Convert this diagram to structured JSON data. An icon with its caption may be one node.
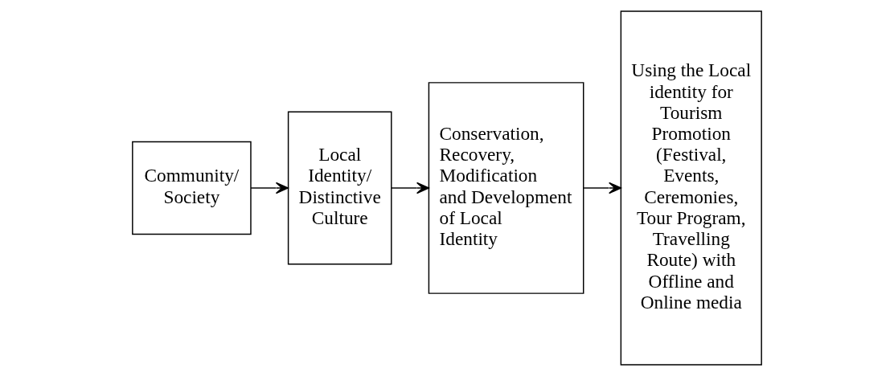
{
  "diagram": {
    "nodes": [
      {
        "text": [
          "Community/ Society"
        ]
      },
      {
        "text": [
          "Local Identity/ Distinctive Culture"
        ]
      },
      {
        "text": [
          "Conservation, Recovery, Modification and Development of Local Identity"
        ]
      },
      {
        "text": [
          "Using the Local identity for Tourism Promotion (Festival, Events, Ceremonies, Tour Program, Travelling Route) with Offline and Online media"
        ]
      }
    ],
    "edges": [
      {
        "from": 0,
        "to": 1,
        "arrow": "to"
      },
      {
        "from": 1,
        "to": 2,
        "arrow": "to"
      },
      {
        "from": 2,
        "to": 3,
        "arrow": "to"
      }
    ]
  }
}
